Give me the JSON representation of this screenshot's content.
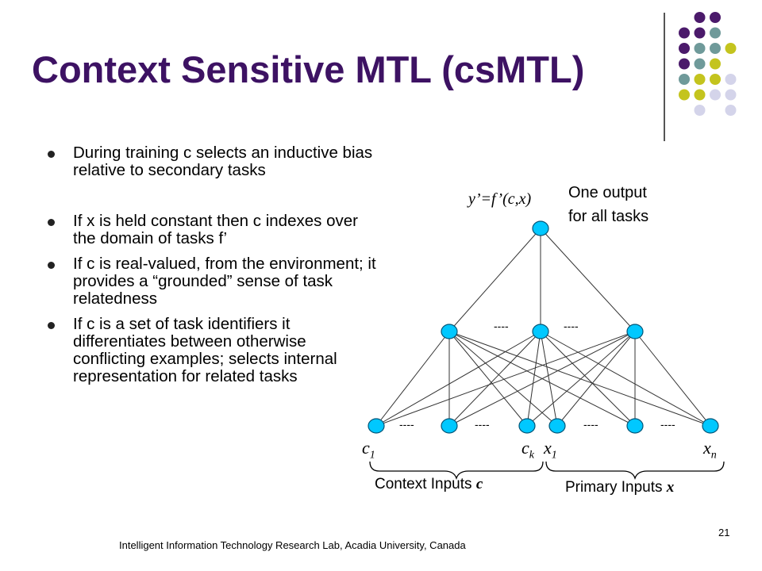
{
  "slide": {
    "title": "Context Sensitive MTL (csMTL)",
    "page_number": "21",
    "footer": "Intelligent  Information Technology Research Lab,   Acadia University, Canada"
  },
  "bullets": [
    "During training c selects an inductive bias relative to secondary tasks",
    "If x is held constant then c indexes over the domain of tasks f’",
    "If c is real-valued, from the environment; it provides a “grounded” sense of task relatedness",
    "If c is a set of task identifiers it differentiates between otherwise conflicting examples; selects internal representation for related tasks"
  ],
  "diagram": {
    "output_formula": "y’=f’(c,x)",
    "output_note": [
      "One output",
      "for all tasks"
    ],
    "dashes": "----",
    "node_labels": {
      "c1": {
        "base": "c",
        "sub": "1"
      },
      "ck": {
        "base": "c",
        "sub": "k"
      },
      "x1": {
        "base": "x",
        "sub": "1"
      },
      "xn": {
        "base": "x",
        "sub": "n"
      }
    },
    "context_inputs_label": "Context Inputs",
    "context_inputs_var": "c",
    "primary_inputs_label": "Primary Inputs",
    "primary_inputs_var": "x"
  },
  "colors": {
    "title": "#3d1263",
    "node_fill": "#00c8ff",
    "dot_purple": "#4b1a6b",
    "dot_teal": "#6f9a9a",
    "dot_yellow": "#c4c41e",
    "dot_lavender": "#d4d4ea"
  }
}
